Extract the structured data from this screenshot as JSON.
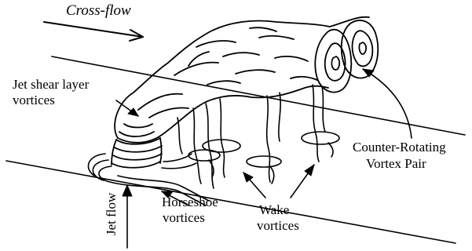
{
  "labels": {
    "cross_flow": "Cross-flow",
    "jet_shear_1": "Jet shear layer",
    "jet_shear_2": "vortices",
    "counter_1": "Counter-Rotating",
    "counter_2": "Vortex Pair",
    "horseshoe_1": "Horseshoe",
    "horseshoe_2": "vortices",
    "wake_1": "Wake",
    "wake_2": "vortices",
    "jet_flow": "Jet flow"
  }
}
